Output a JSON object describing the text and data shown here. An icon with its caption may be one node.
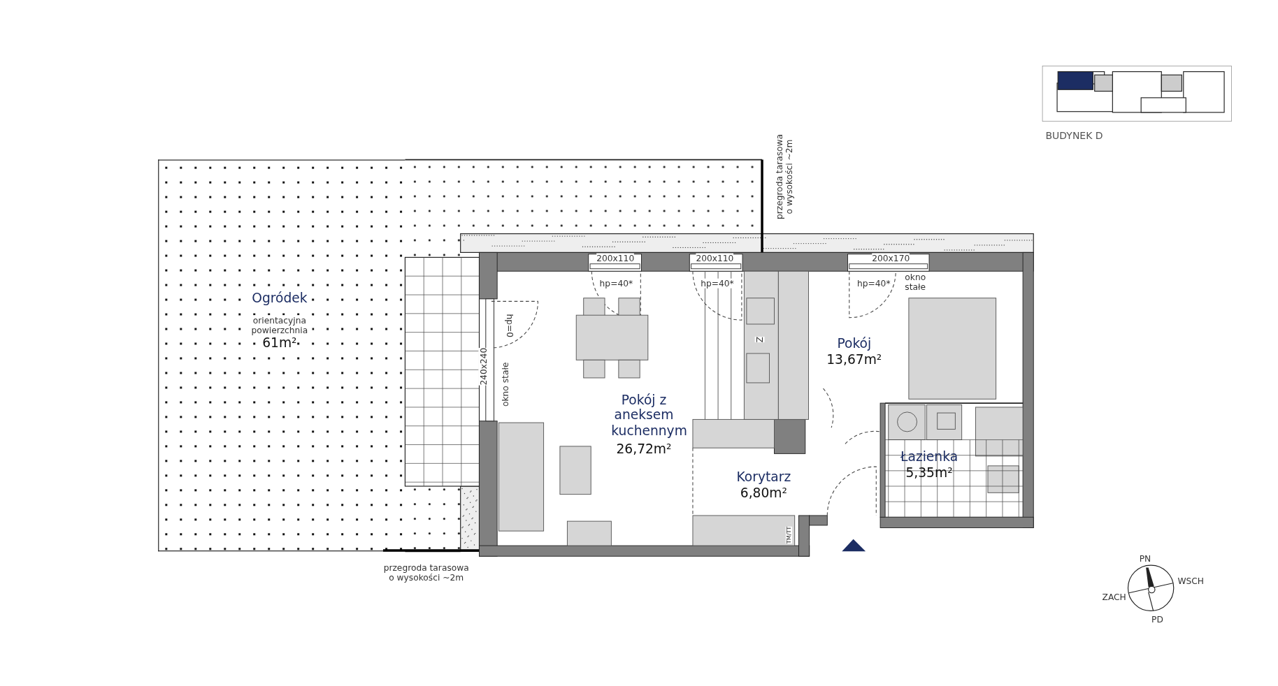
{
  "diagram": {
    "nodes": [
      {
        "text": [
          "Ogródek",
          "orientacyjna powierzchnia",
          "61m²"
        ]
      },
      {
        "text": [
          "Pokój z aneksem kuchennym",
          "26,72m²"
        ]
      },
      {
        "text": [
          "Korytarz",
          "6,80m²"
        ]
      },
      {
        "text": [
          "Pokój",
          "13,67m²"
        ]
      },
      {
        "text": [
          "Łazienka",
          "5,35m²"
        ]
      }
    ],
    "edges": [],
    "labels": [
      "przegroda tarasowa o wysokości ~2m",
      "BUDYNEK D",
      "200x110",
      "200x110",
      "200x170",
      "hp=40*",
      "hp=40*",
      "hp=40*",
      "okno stałe",
      "hp=0",
      "Z",
      "240x240",
      "okno stałe",
      "TM/TT",
      "przegroda tarasowa o wysokości ~2m",
      "PN",
      "WSCH",
      "ZACH",
      "PD"
    ]
  }
}
